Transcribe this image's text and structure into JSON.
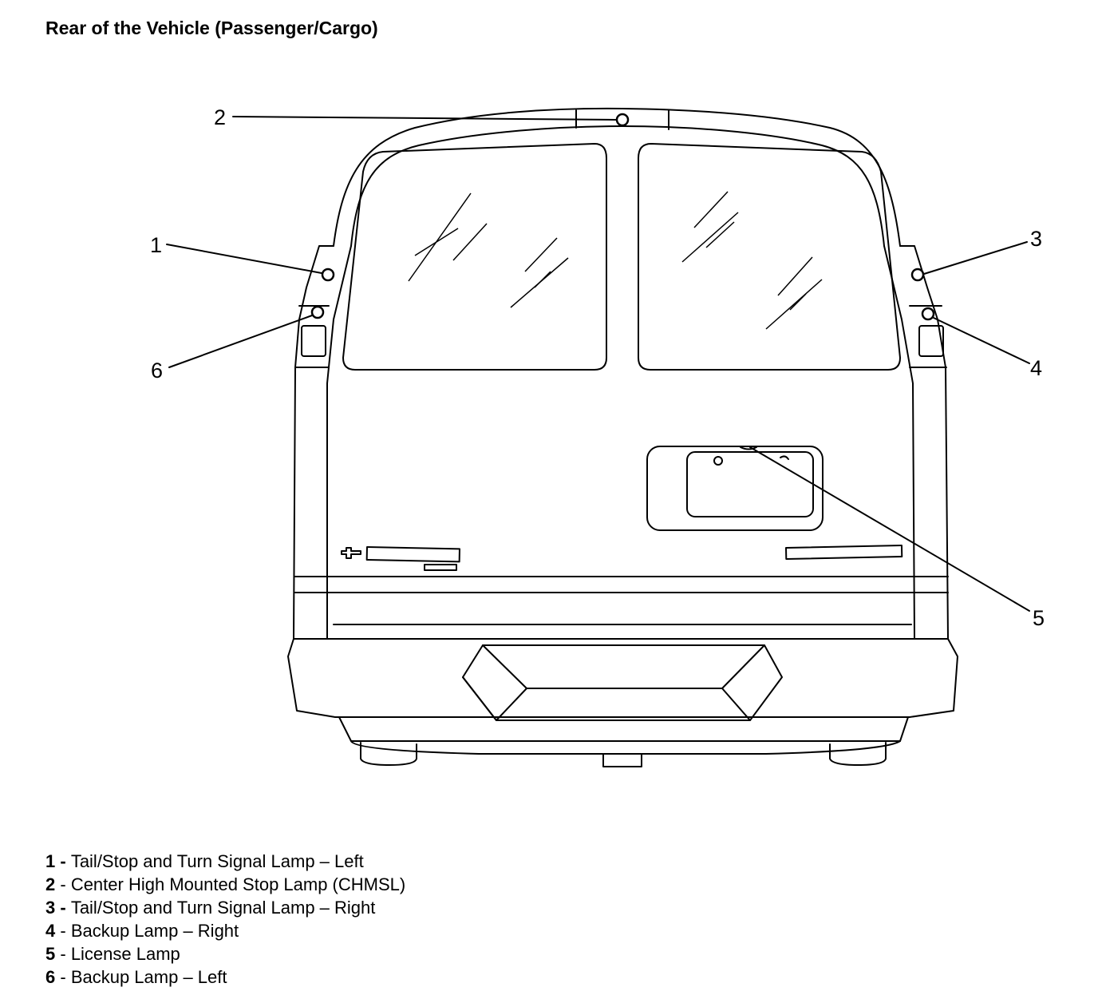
{
  "title": "Rear of the Vehicle (Passenger/Cargo)",
  "callouts": [
    "1",
    "2",
    "3",
    "4",
    "5",
    "6"
  ],
  "legend": [
    {
      "num": "1",
      "sep": " - ",
      "text": "Tail/Stop and Turn Signal Lamp – Left"
    },
    {
      "num": "2",
      "sep": " - ",
      "text": "Center High Mounted Stop Lamp (CHMSL)"
    },
    {
      "num": "3",
      "sep": " - ",
      "text": "Tail/Stop and Turn Signal Lamp – Right"
    },
    {
      "num": "4",
      "sep": " - ",
      "text": "Backup Lamp – Right"
    },
    {
      "num": "5",
      "sep": " - ",
      "text": "License Lamp"
    },
    {
      "num": "6",
      "sep": " - ",
      "text": "Backup Lamp – Left"
    }
  ]
}
